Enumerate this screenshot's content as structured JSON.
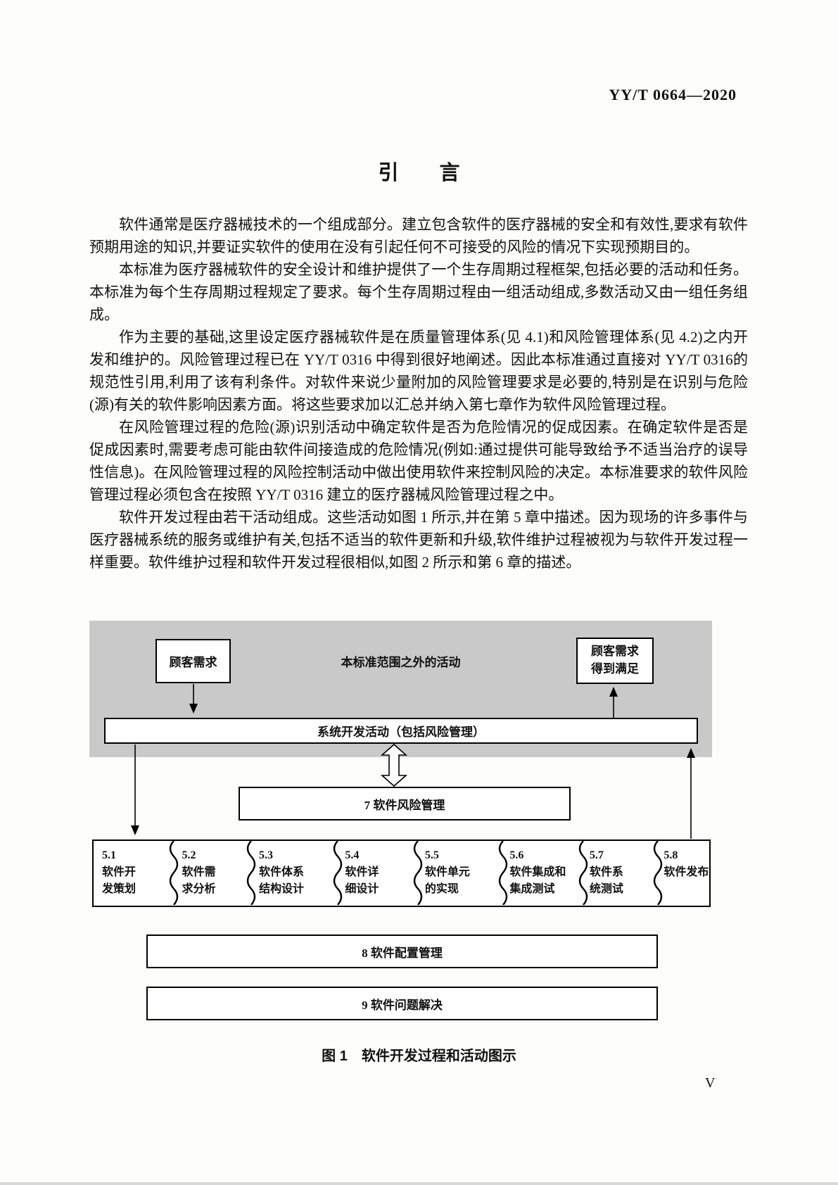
{
  "page": {
    "header": "YY/T 0664—2020",
    "title": "引　　言",
    "page_number": "V"
  },
  "body": {
    "paragraphs": [
      "软件通常是医疗器械技术的一个组成部分。建立包含软件的医疗器械的安全和有效性,要求有软件预期用途的知识,并要证实软件的使用在没有引起任何不可接受的风险的情况下实现预期目的。",
      "本标准为医疗器械软件的安全设计和维护提供了一个生存周期过程框架,包括必要的活动和任务。本标准为每个生存周期过程规定了要求。每个生存周期过程由一组活动组成,多数活动又由一组任务组成。",
      "作为主要的基础,这里设定医疗器械软件是在质量管理体系(见 4.1)和风险管理体系(见 4.2)之内开发和维护的。风险管理过程已在 YY/T 0316 中得到很好地阐述。因此本标准通过直接对 YY/T 0316的规范性引用,利用了该有利条件。对软件来说少量附加的风险管理要求是必要的,特别是在识别与危险(源)有关的软件影响因素方面。将这些要求加以汇总并纳入第七章作为软件风险管理过程。",
      "在风险管理过程的危险(源)识别活动中确定软件是否为危险情况的促成因素。在确定软件是否是促成因素时,需要考虑可能由软件间接造成的危险情况(例如:通过提供可能导致给予不适当治疗的误导性信息)。在风险管理过程的风险控制活动中做出使用软件来控制风险的决定。本标准要求的软件风险管理过程必须包含在按照 YY/T 0316 建立的医疗器械风险管理过程之中。",
      "软件开发过程由若干活动组成。这些活动如图 1 所示,并在第 5 章中描述。因为现场的许多事件与医疗器械系统的服务或维护有关,包括不适当的软件更新和升级,软件维护过程被视为与软件开发过程一样重要。软件维护过程和软件开发过程很相似,如图 2 所示和第 6 章的描述。"
    ]
  },
  "figure": {
    "outside_scope_label": "本标准范围之外的活动",
    "customer_needs": "顾客需求",
    "customer_needs_met_line1": "顾客需求",
    "customer_needs_met_line2": "得到满足",
    "system_dev_bar": "系统开发活动（包括风险管理）",
    "software_risk_mgmt": "7 软件风险管理",
    "activities": [
      {
        "num": "5.1",
        "line1": "软件开",
        "line2": "发策划"
      },
      {
        "num": "5.2",
        "line1": "软件需",
        "line2": "求分析"
      },
      {
        "num": "5.3",
        "line1": "软件体系",
        "line2": "结构设计"
      },
      {
        "num": "5.4",
        "line1": "软件详",
        "line2": "细设计"
      },
      {
        "num": "5.5",
        "line1": "软件单元",
        "line2": "的实现"
      },
      {
        "num": "5.6",
        "line1": "软件集成和",
        "line2": "集成测试"
      },
      {
        "num": "5.7",
        "line1": "软件系",
        "line2": "统测试"
      },
      {
        "num": "5.8",
        "line1": "软件发布",
        "line2": ""
      }
    ],
    "config_mgmt": "8 软件配置管理",
    "problem_resolution": "9 软件问题解决",
    "caption": "图 1　软件开发过程和活动图示",
    "colors": {
      "diagram_bg": "#c9c9c9",
      "box_bg": "#ffffff",
      "line": "#000000"
    }
  }
}
